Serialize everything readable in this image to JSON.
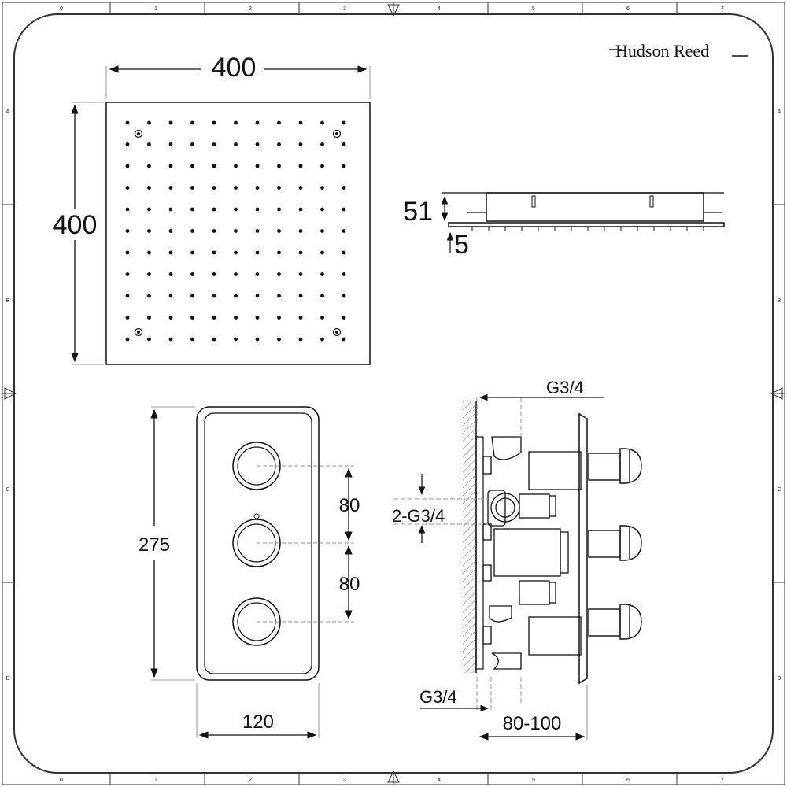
{
  "brand": {
    "name": "Hudson Reed"
  },
  "border": {
    "columns": [
      "0",
      "1",
      "2",
      "3",
      "4",
      "5",
      "6",
      "7"
    ],
    "rows": [
      "A",
      "B",
      "C",
      "D"
    ]
  },
  "shower_head": {
    "width_label": "400",
    "height_label": "400",
    "nozzle_rows": 11,
    "nozzle_cols": 11
  },
  "side_profile": {
    "height_label": "51",
    "plate_label": "5"
  },
  "valve_front": {
    "height_label": "275",
    "spacing_labels": [
      "80",
      "80"
    ],
    "width_label": "120"
  },
  "valve_side": {
    "top_thread_label": "G3/4",
    "outlet_thread_label": "2-G3/4",
    "bottom_thread_label": "G3/4",
    "depth_label": "80-100"
  }
}
